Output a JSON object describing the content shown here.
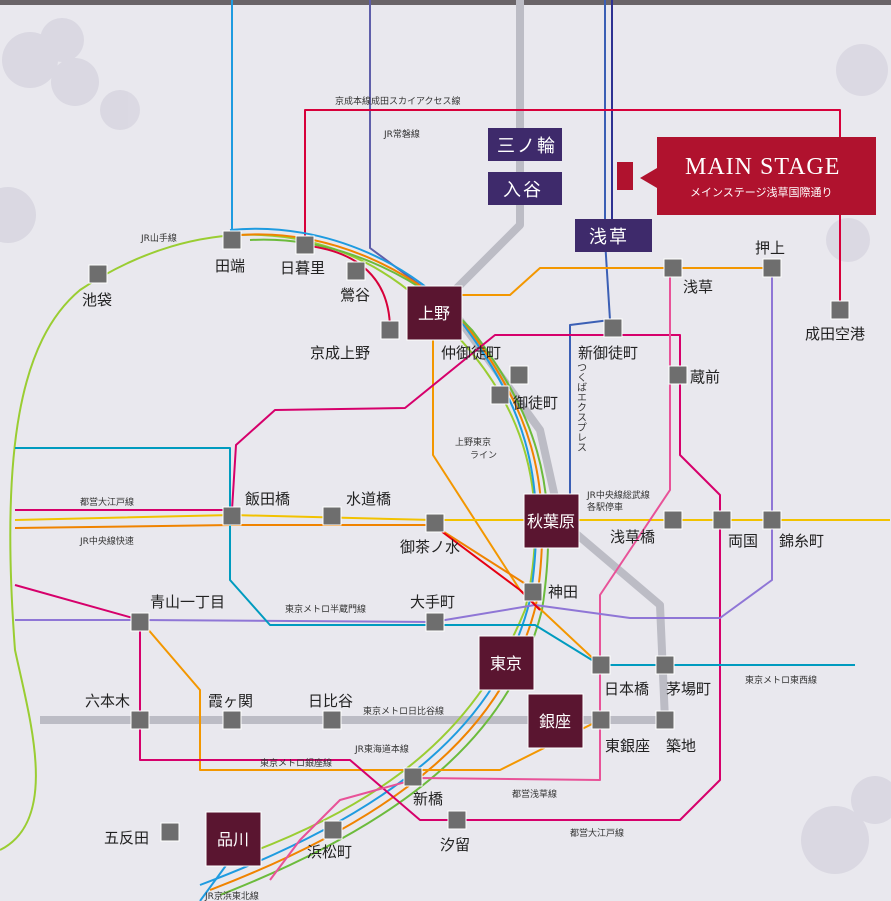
{
  "colors": {
    "background": "#e9e8ee",
    "hub_fill": "#5a1530",
    "label_box_fill": "#3e2a6b",
    "main_stage_fill": "#b0122e",
    "station_marker": "#6e6e6e",
    "jr_yamanote": "#9acd32",
    "jr_chuo": "#f08300",
    "jr_sobu": "#f2c200",
    "jr_keihin": "#1e9be0",
    "jr_tokaido": "#f19800",
    "keisei": "#d7003a",
    "ginza": "#f39700",
    "hibiya": "#b5b5ac",
    "tozai": "#009bbf",
    "hanzomon": "#8f76d6",
    "oedo": "#d6006b",
    "asakusa": "#e85298",
    "tx": "#2e3192",
    "marunouchi": "#e60012",
    "joban": "#5f5faa"
  },
  "main_stage": {
    "title": "MAIN STAGE",
    "subtitle": "メインステージ浅草国際通り"
  },
  "label_boxes": {
    "minowa": "三ノ輪",
    "iriya": "入谷",
    "asakusa": "浅草"
  },
  "hubs": {
    "ueno": "上野",
    "akihabara": "秋葉原",
    "tokyo": "東京",
    "ginza": "銀座",
    "shinagawa": "品川"
  },
  "stations": {
    "ikebukuro": "池袋",
    "tabata": "田端",
    "nippori": "日暮里",
    "uguisudani": "鶯谷",
    "keisei_ueno": "京成上野",
    "asakusa": "浅草",
    "oshiage": "押上",
    "narita": "成田空港",
    "naka_okachimachi": "仲御徒町",
    "okachimachi": "御徒町",
    "shin_okachimachi": "新御徒町",
    "kuramae": "蔵前",
    "iidabashi": "飯田橋",
    "suidobashi": "水道橋",
    "ochanomizu": "御茶ノ水",
    "asakusabashi": "浅草橋",
    "ryogoku": "両国",
    "kinshicho": "錦糸町",
    "aoyama": "青山一丁目",
    "otemachi": "大手町",
    "kanda": "神田",
    "nihonbashi": "日本橋",
    "kayabacho": "茅場町",
    "roppongi": "六本木",
    "kasumigaseki": "霞ヶ関",
    "hibiya": "日比谷",
    "higashi_ginza": "東銀座",
    "tsukiji": "築地",
    "shimbashi": "新橋",
    "gotanda": "五反田",
    "hamamatsucho": "浜松町",
    "shiodome": "汐留"
  },
  "line_labels": {
    "keisei_skyaccess": "京成本線成田スカイアクセス線",
    "joban": "JR常磐線",
    "yamanote": "JR山手線",
    "ueno_tokyo_1": "上野東京",
    "ueno_tokyo_2": "ライン",
    "tx": "つくばエクスプレス",
    "chuo_sobu_1": "JR中央線総武線",
    "chuo_sobu_2": "各駅停車",
    "oedo_north": "都営大江戸線",
    "chuo_rapid": "JR中央線快速",
    "hanzomon": "東京メトロ半蔵門線",
    "tozai": "東京メトロ東西線",
    "hibiya_line": "東京メトロ日比谷線",
    "tokaido": "JR東海道本線",
    "ginza_line": "東京メトロ銀座線",
    "asakusa_line": "都営浅草線",
    "oedo_south": "都営大江戸線",
    "keihin": "JR京浜東北線"
  }
}
